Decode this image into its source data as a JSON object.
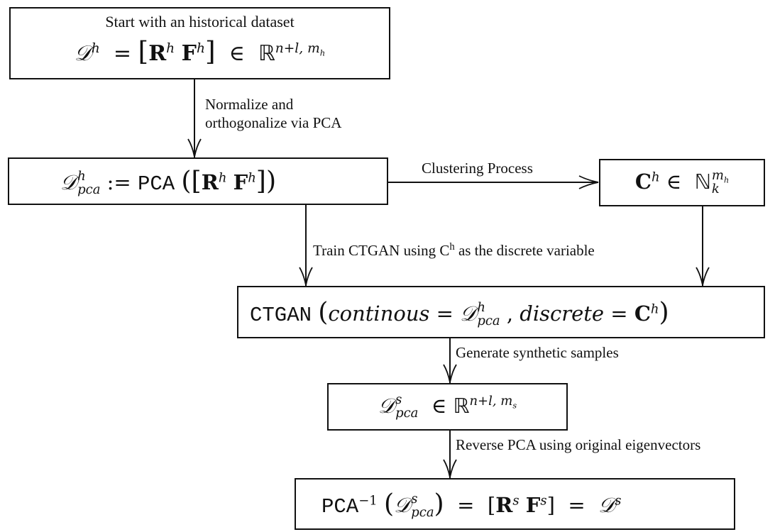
{
  "diagram": {
    "type": "flowchart",
    "title": "Synthetic data generation pipeline with PCA and CTGAN",
    "nodes": [
      {
        "id": "historical",
        "caption": "Start with an historical dataset",
        "formula": "𝒟^h = [R^h F^h] ∈ ℝ^{n+l, m_h}",
        "parts": {
          "D": "𝒟",
          "h": "h",
          "eq": "=",
          "R": "R",
          "F": "F",
          "in": "∈",
          "Real": "ℝ",
          "dims": "n+l,",
          "rows": "m",
          "rows_sub": "h"
        }
      },
      {
        "id": "pca",
        "formula": "𝒟^h_pca := PCA([R^h F^h])",
        "parts": {
          "D": "𝒟",
          "sup": "h",
          "sub": "pca",
          "assign": ":=",
          "op": "PCA",
          "R": "R",
          "F": "F",
          "h": "h"
        }
      },
      {
        "id": "clusters",
        "formula": "C^h ∈ ℕ_k^{m_h}",
        "parts": {
          "C": "C",
          "h": "h",
          "in": "∈",
          "N": "ℕ",
          "sub": "k",
          "sup": "m",
          "sup_sub": "h"
        }
      },
      {
        "id": "ctgan",
        "formula": "CTGAN(continous = 𝒟^h_pca , discrete = C^h)",
        "parts": {
          "op": "CTGAN",
          "cont": "continous",
          "eq": "=",
          "D": "𝒟",
          "sup": "h",
          "sub": "pca",
          "comma": ",",
          "disc": "discrete",
          "C": "C",
          "h": "h"
        }
      },
      {
        "id": "synthetic-pca",
        "formula": "𝒟^s_pca ∈ ℝ^{n+l, m_s}",
        "parts": {
          "D": "𝒟",
          "sup": "s",
          "sub": "pca",
          "in": "∈",
          "Real": "ℝ",
          "dims": "n+l,",
          "rows": "m",
          "rows_sub": "s"
        }
      },
      {
        "id": "inverse-pca",
        "formula": "PCA^{-1}(𝒟^s_pca) = [R^s F^s] = 𝒟^s",
        "parts": {
          "op": "PCA",
          "inv": "−1",
          "D": "𝒟",
          "sup": "s",
          "sub": "pca",
          "eq": "=",
          "R": "R",
          "F": "F",
          "s": "s"
        }
      }
    ],
    "edges": [
      {
        "from": "historical",
        "to": "pca",
        "label_lines": [
          "Normalize and",
          "orthogonalize via PCA"
        ]
      },
      {
        "from": "pca",
        "to": "clusters",
        "label_lines": [
          "Clustering Process"
        ]
      },
      {
        "from": "pca",
        "to": "ctgan",
        "label_lines": [
          "Train CTGAN using C",
          "h",
          " as the discrete variable"
        ]
      },
      {
        "from": "clusters",
        "to": "ctgan",
        "label_lines": []
      },
      {
        "from": "ctgan",
        "to": "synthetic-pca",
        "label_lines": [
          "Generate synthetic samples"
        ]
      },
      {
        "from": "synthetic-pca",
        "to": "inverse-pca",
        "label_lines": [
          "Reverse PCA using original eigenvectors"
        ]
      }
    ]
  }
}
